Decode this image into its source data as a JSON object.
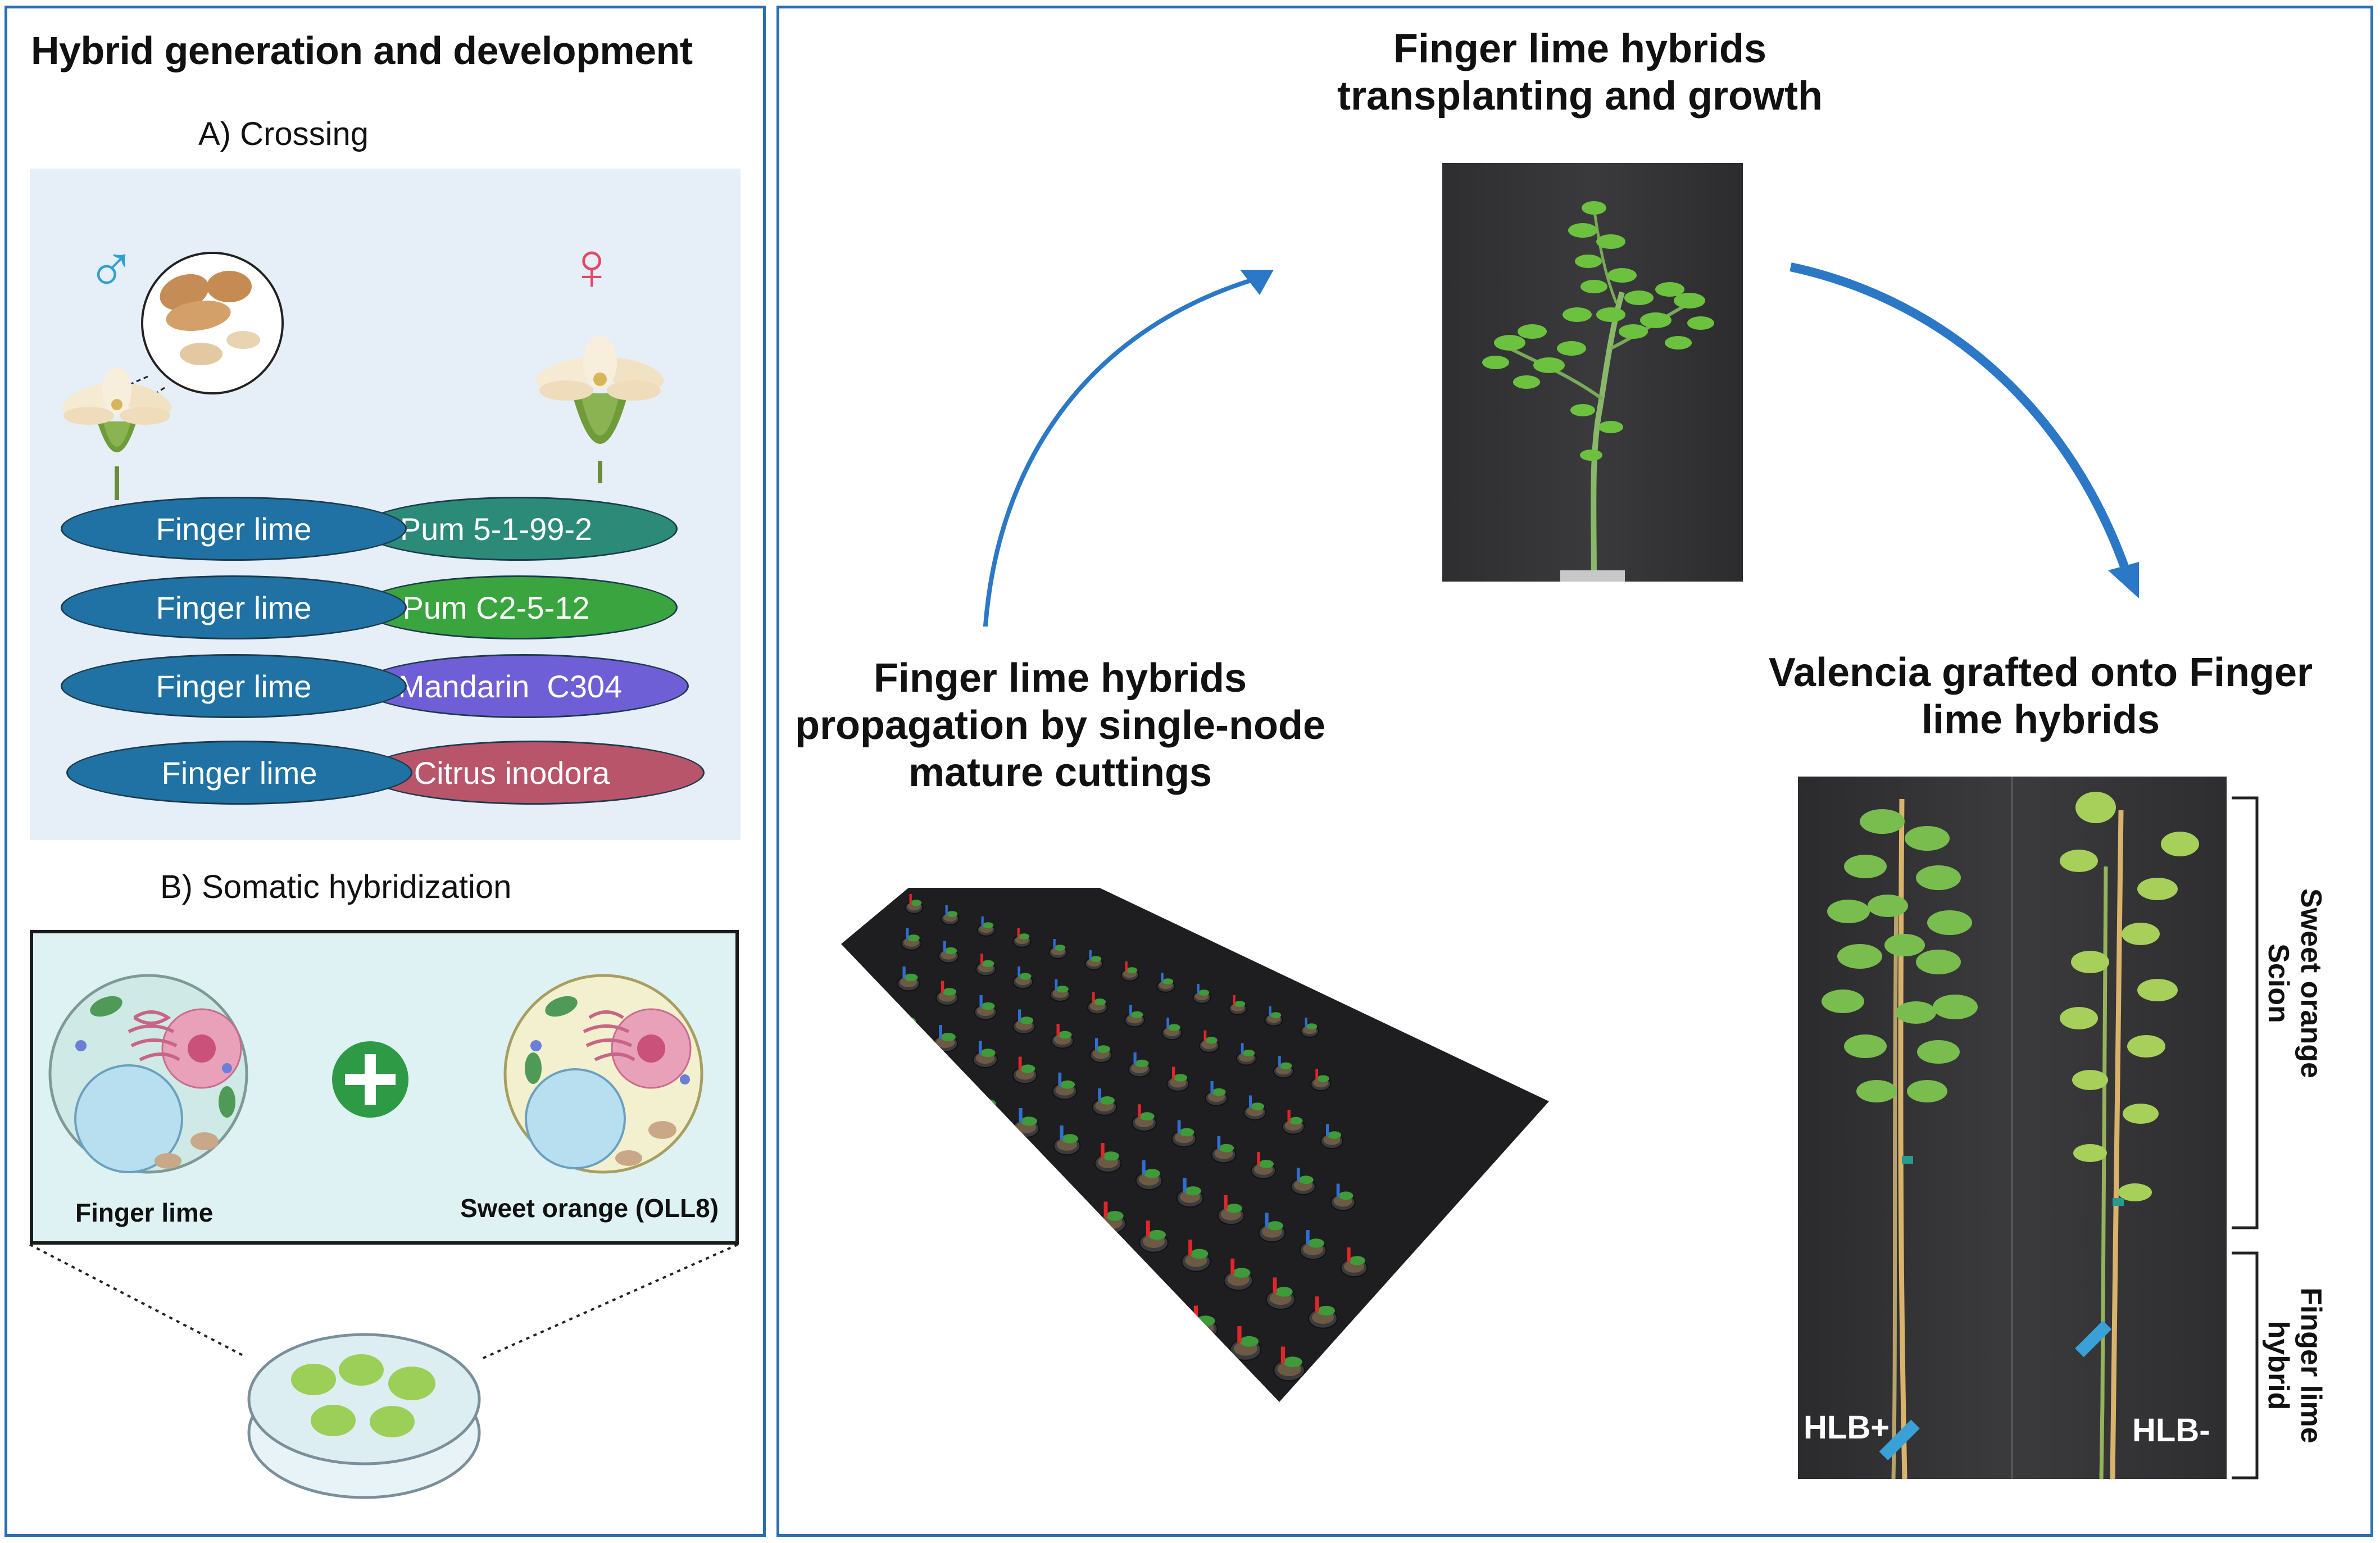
{
  "left_panel": {
    "title": "Hybrid generation and development",
    "crossing": {
      "label": "A) Crossing",
      "male_symbol": "♂",
      "female_symbol": "♀",
      "crosses": [
        {
          "parent1": "Finger lime",
          "parent2": "Pum 5-1-99-2",
          "color2": "#2c8a78"
        },
        {
          "parent1": "Finger lime",
          "parent2": "Pum C2-5-12",
          "color2": "#3aa43f"
        },
        {
          "parent1": "Finger lime",
          "parent2": "Mandarin  C304",
          "color2": "#6f5fd6"
        },
        {
          "parent1": "Finger lime",
          "parent2": "Citrus inodora",
          "color2": "#b8556a"
        }
      ],
      "parent1_color": "#1f72a3"
    },
    "somatic": {
      "label": "B) Somatic hybridization",
      "cell_left_label": "Finger lime",
      "cell_right_label": "Sweet orange (OLL8)",
      "plus_icon": "plus-circle-icon",
      "plus_color": "#2e9a46"
    }
  },
  "right_panel": {
    "top_title_line1": "Finger lime hybrids",
    "top_title_line2": "transplanting and growth",
    "left_title_line1": "Finger lime hybrids",
    "left_title_line2": "propagation by single-node",
    "left_title_line3": "mature cuttings",
    "right_title_line1": "Valencia grafted onto Finger",
    "right_title_line2": "lime hybrids",
    "photo_label_left": "HLB+",
    "photo_label_right": "HLB-",
    "bracket_top_line1": "Sweet orange",
    "bracket_top_line2": "Scion",
    "bracket_bottom_line1": "Finger lime",
    "bracket_bottom_line2": "hybrid",
    "arrow_color": "#2b78c6"
  }
}
